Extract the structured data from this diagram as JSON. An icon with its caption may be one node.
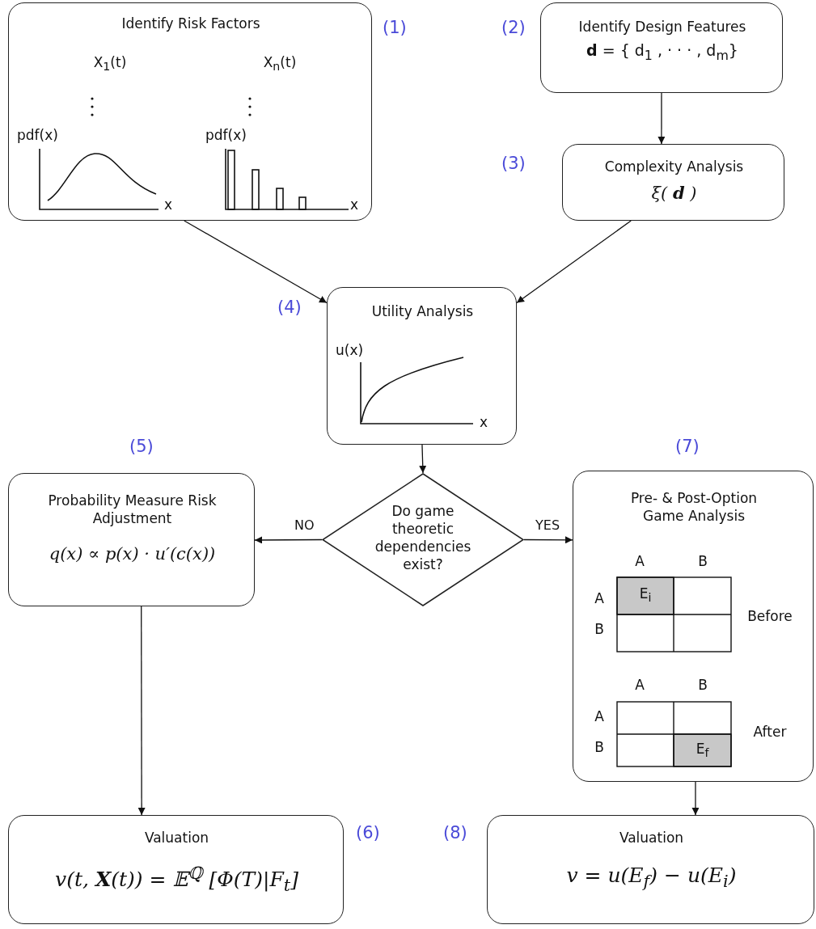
{
  "diagram": {
    "nodes": [
      {
        "text": [
          "Identify Risk Factors",
          "X$_{1}$(t)",
          "pdf(x)",
          "x",
          "X$_{n}$(t)",
          "pdf(x)",
          "x"
        ],
        "beside": [
          "(1)"
        ]
      },
      {
        "text": [
          "Identify Design Features",
          "**d** = { d$_{1}$ ,  · · ·  , d$_{m}$}"
        ],
        "beside": [
          "(2)"
        ]
      },
      {
        "text": [
          "Complexity Analysis",
          "ξ( **d** )"
        ],
        "beside": [
          "(3)"
        ]
      },
      {
        "text": [
          "Utility Analysis",
          "u(x)",
          "x"
        ],
        "beside": [
          "(4)"
        ]
      },
      {
        "text": [
          "Do game theoretic dependencies exist?"
        ]
      },
      {
        "text": [
          "Probability Measure Risk Adjustment",
          "q(x) ∝ p(x) · u′(c(x))"
        ],
        "beside": [
          "(5)"
        ]
      },
      {
        "text": [
          "Pre- & Post-Option Game Analysis",
          "A",
          "B",
          "A",
          "E$_{i}$",
          "B",
          "Before",
          "A",
          "B",
          "A",
          "B",
          "E$_{f}$",
          "After"
        ],
        "beside": [
          "(7)"
        ]
      },
      {
        "text": [
          "Valuation",
          "v(t, **X**(t)) = 𝔼$^{ℚ}$ [Φ(T)|F$_{t}$]"
        ],
        "beside": [
          "(6)"
        ]
      },
      {
        "text": [
          "Valuation",
          "v = u(E$_{f}$) − u(E$_{i}$)"
        ],
        "beside": [
          "(8)"
        ]
      }
    ],
    "edges": [
      {
        "from": 1,
        "to": 2,
        "arrow": "to"
      },
      {
        "from": 0,
        "to": 3,
        "arrow": "to"
      },
      {
        "from": 2,
        "to": 3,
        "arrow": "to"
      },
      {
        "from": 3,
        "to": 4,
        "arrow": "to"
      },
      {
        "from": 4,
        "to": 5,
        "arrow": "to",
        "label": "NO"
      },
      {
        "from": 4,
        "to": 6,
        "arrow": "to",
        "label": "YES"
      },
      {
        "from": 5,
        "to": 7,
        "arrow": "to"
      },
      {
        "from": 6,
        "to": 8,
        "arrow": "to"
      }
    ]
  }
}
